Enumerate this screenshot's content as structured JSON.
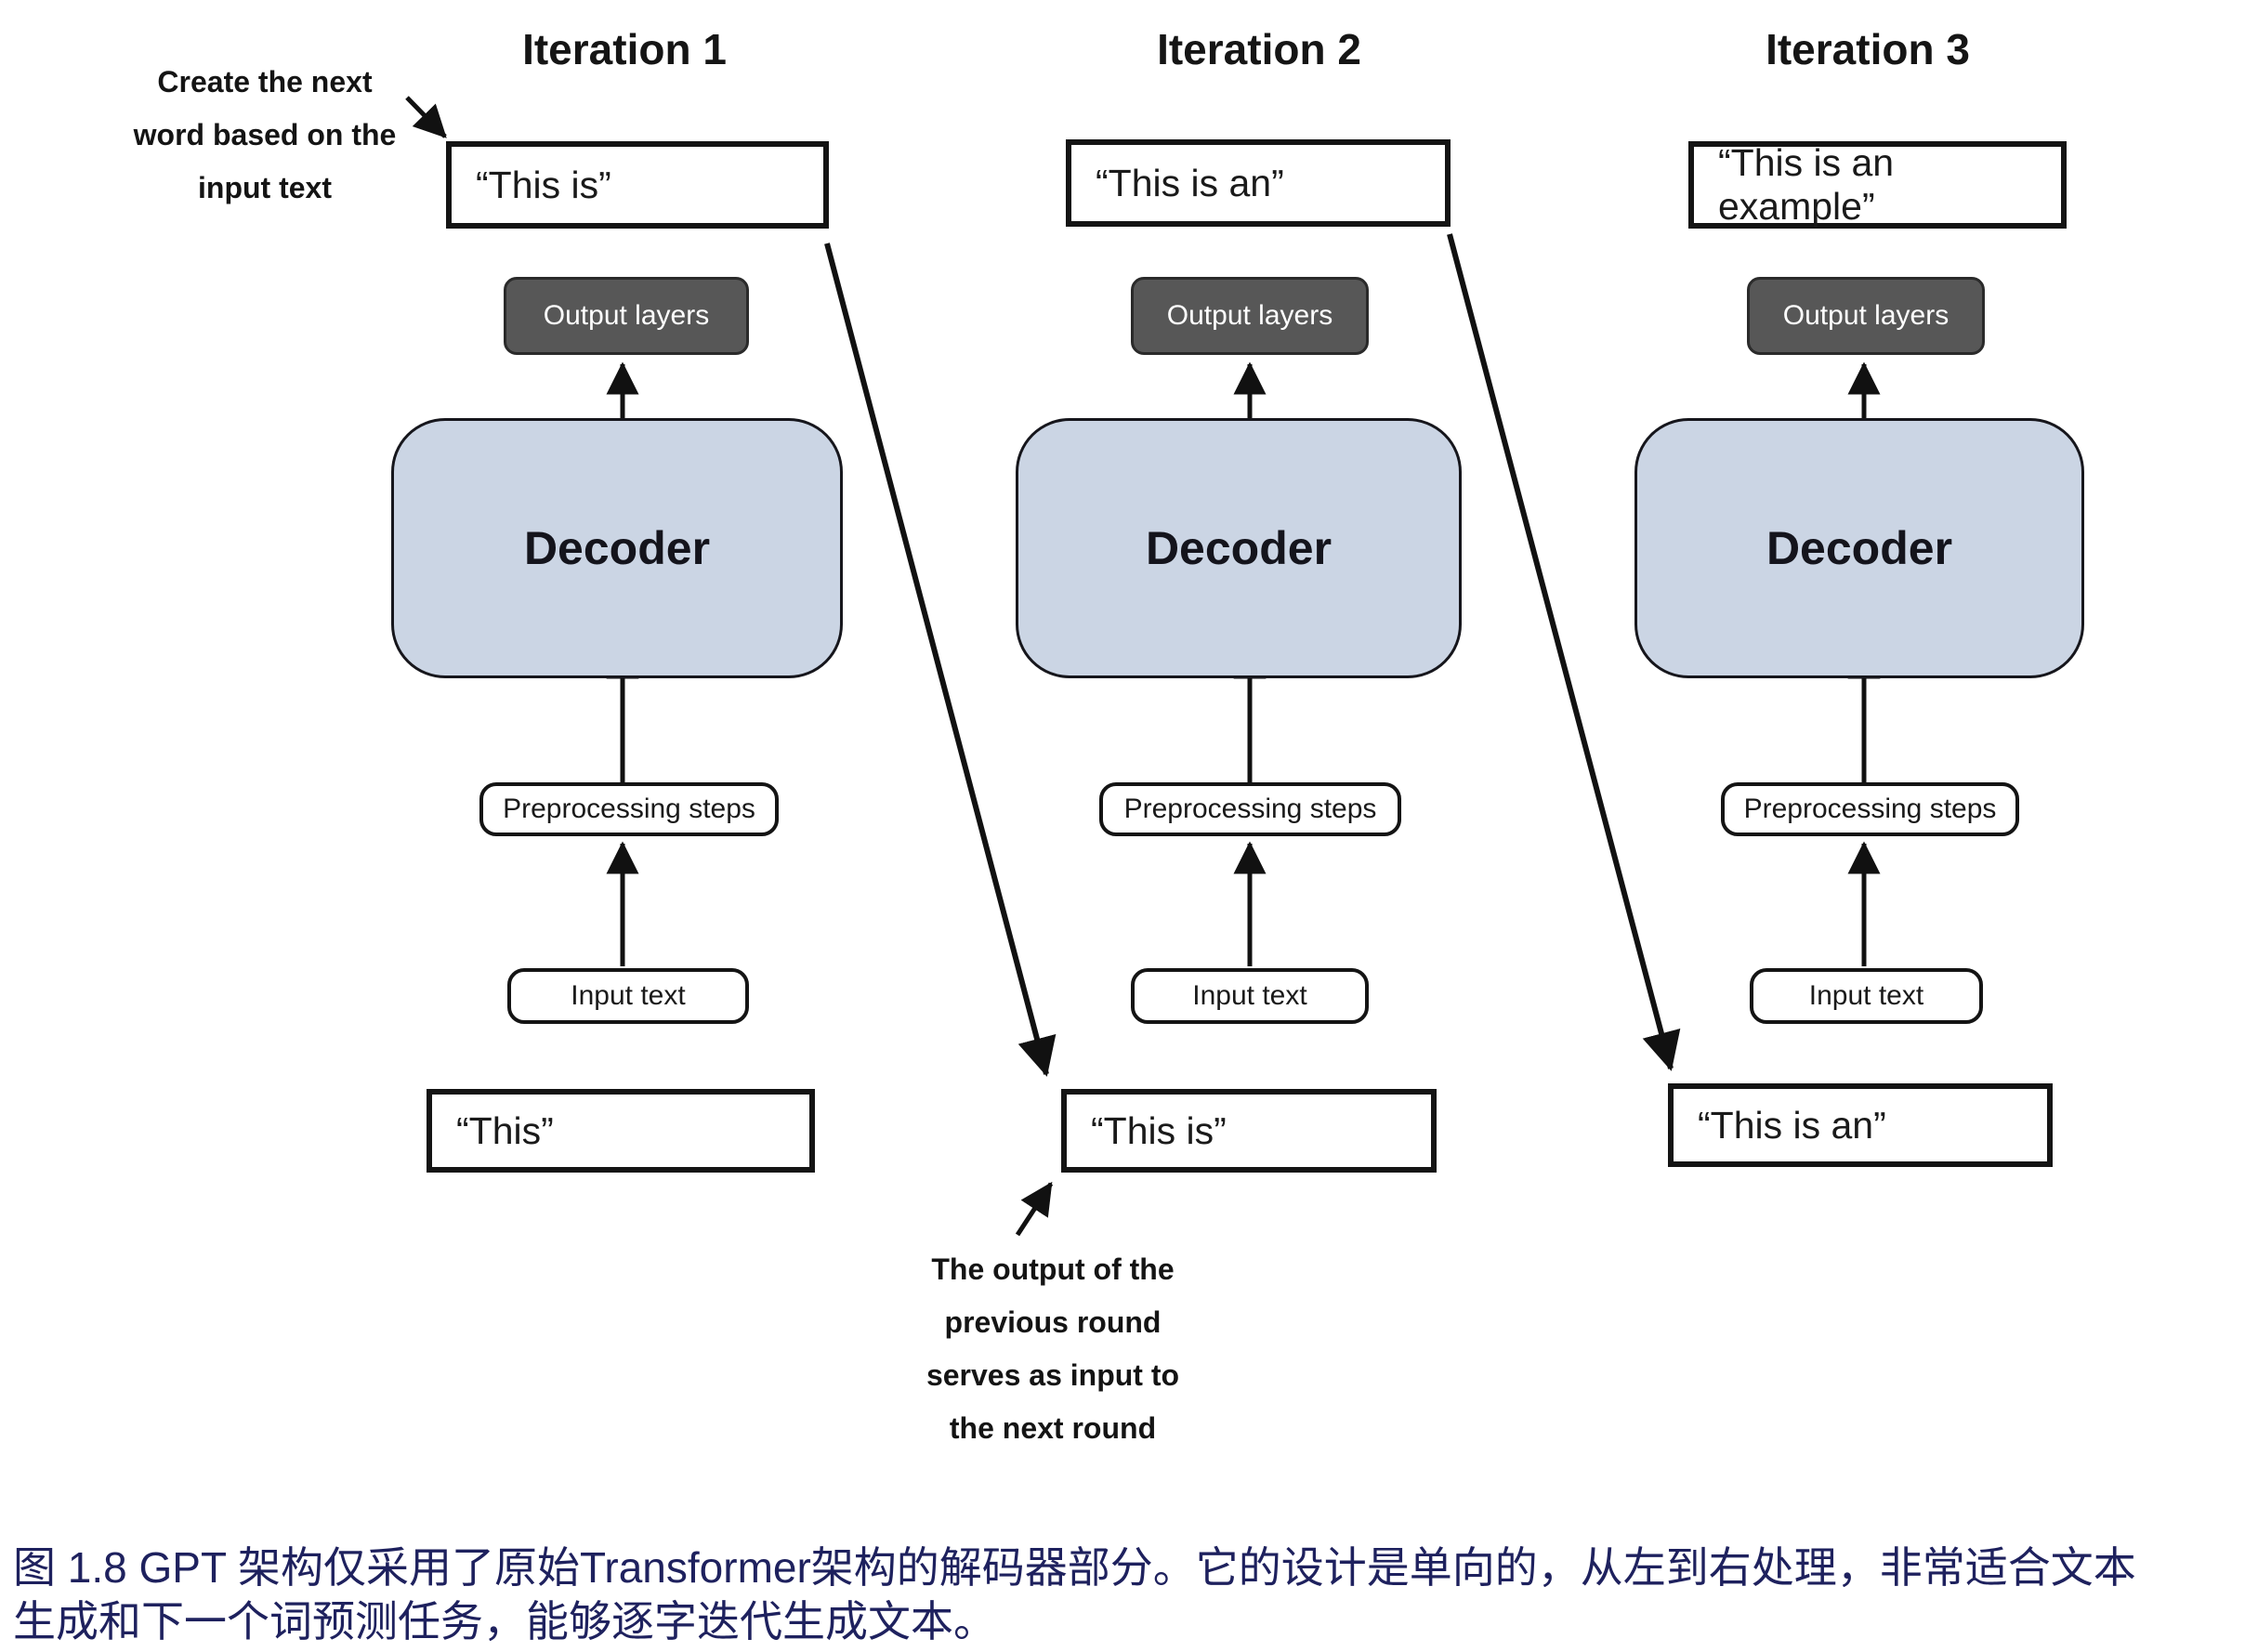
{
  "figure": {
    "caption_line1": "图 1.8  GPT 架构仅采用了原始Transformer架构的解码器部分。它的设计是单向的，从左到右处理，非常适合文本",
    "caption_line2": "生成和下一个词预测任务，能够逐字迭代生成文本。"
  },
  "annotations": {
    "create_next": [
      "Create the next",
      "word based on the",
      "input text"
    ],
    "output_feedback": [
      "The output of the",
      "previous round",
      "serves as input to",
      "the next round"
    ]
  },
  "iterations": [
    {
      "title": "Iteration 1",
      "generated_text": "“This is”",
      "output_layers_label": "Output layers",
      "decoder_label": "Decoder",
      "preprocessing_label": "Preprocessing steps",
      "input_label": "Input text",
      "input_text": "“This”"
    },
    {
      "title": "Iteration 2",
      "generated_text": "“This is an”",
      "output_layers_label": "Output layers",
      "decoder_label": "Decoder",
      "preprocessing_label": "Preprocessing steps",
      "input_label": "Input text",
      "input_text": "“This is”"
    },
    {
      "title": "Iteration 3",
      "generated_text": "“This is an example”",
      "output_layers_label": "Output layers",
      "decoder_label": "Decoder",
      "preprocessing_label": "Preprocessing steps",
      "input_label": "Input text",
      "input_text": "“This is an”"
    }
  ],
  "colors": {
    "decoder_fill": "#cbd5e4",
    "decoder_border": "#16161c",
    "output_layers_fill": "#575757",
    "output_layers_text": "#ffffff",
    "box_border": "#141414",
    "arrow": "#111111",
    "caption_text": "#1e215e"
  }
}
